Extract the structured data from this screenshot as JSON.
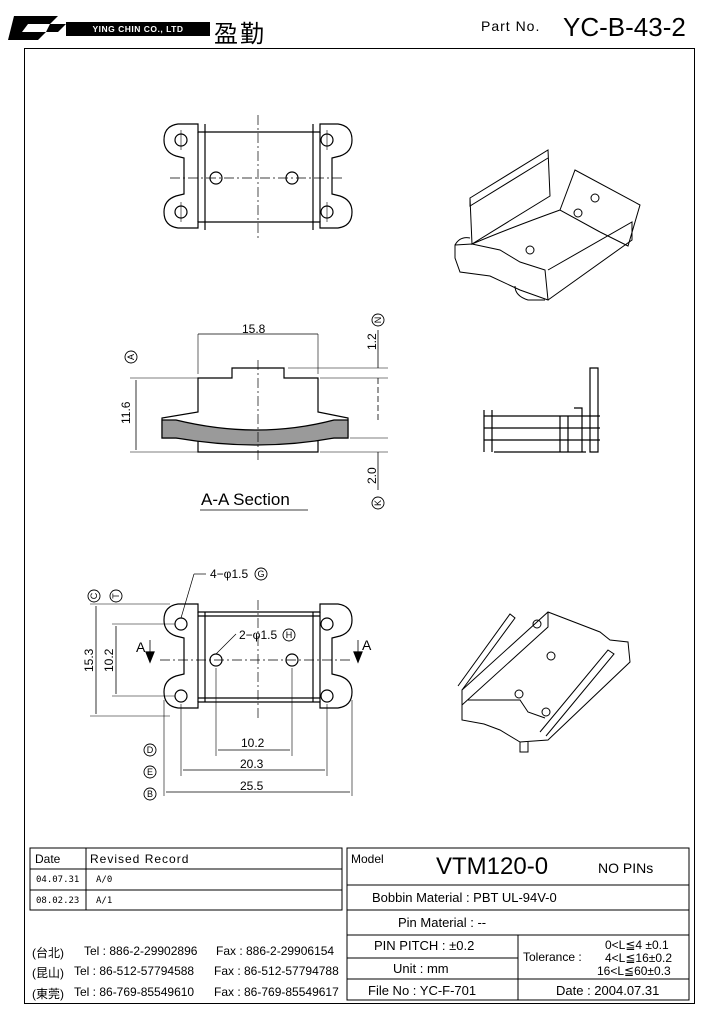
{
  "header": {
    "company_name": "YING CHIN CO., LTD",
    "company_cn": "盈勤",
    "part_no_label": "Part No.",
    "part_no": "YC-B-43-2"
  },
  "drawing": {
    "section_title": "A-A Section",
    "dims": {
      "d15_8": "15.8",
      "d1_2": "1.2",
      "d11_6": "11.6",
      "d2_0": "2.0",
      "holes_g": "4−φ1.5",
      "holes_h": "2−φ1.5",
      "d15_3": "15.3",
      "d10_2_v": "10.2",
      "d10_2_h": "10.2",
      "d20_3": "20.3",
      "d25_5": "25.5"
    },
    "markers": {
      "A": "A",
      "N": "N",
      "K": "K",
      "G": "G",
      "H": "H",
      "C": "C",
      "T": "T",
      "D": "D",
      "E": "E",
      "B": "B"
    }
  },
  "revisions": {
    "col_date": "Date",
    "col_record": "Revised  Record",
    "rows": [
      {
        "date": "04.07.31",
        "record": "A/0"
      },
      {
        "date": "08.02.23",
        "record": "A/1"
      }
    ]
  },
  "contacts": [
    {
      "city": "(台北)",
      "tel": "Tel : 886-2-29902896",
      "fax": "Fax : 886-2-29906154"
    },
    {
      "city": "(昆山)",
      "tel": "Tel : 86-512-57794588",
      "fax": "Fax : 86-512-57794788"
    },
    {
      "city": "(東莞)",
      "tel": "Tel : 86-769-85549610",
      "fax": "Fax : 86-769-85549617"
    }
  ],
  "title_block": {
    "model_label": "Model",
    "model": "VTM120-0",
    "pins": "NO PINs",
    "bobbin_material": "Bobbin  Material : PBT UL-94V-0",
    "pin_material": "Pin  Material : --",
    "pin_pitch": "PIN  PITCH : ±0.2",
    "unit": "Unit : mm",
    "tolerance_label": "Tolerance :",
    "tolerances": [
      "0<L≦4   ±0.1",
      "4<L≦16±0.2",
      "16<L≦60±0.3"
    ],
    "file_no": "File  No : YC-F-701",
    "date": "Date : 2004.07.31"
  }
}
